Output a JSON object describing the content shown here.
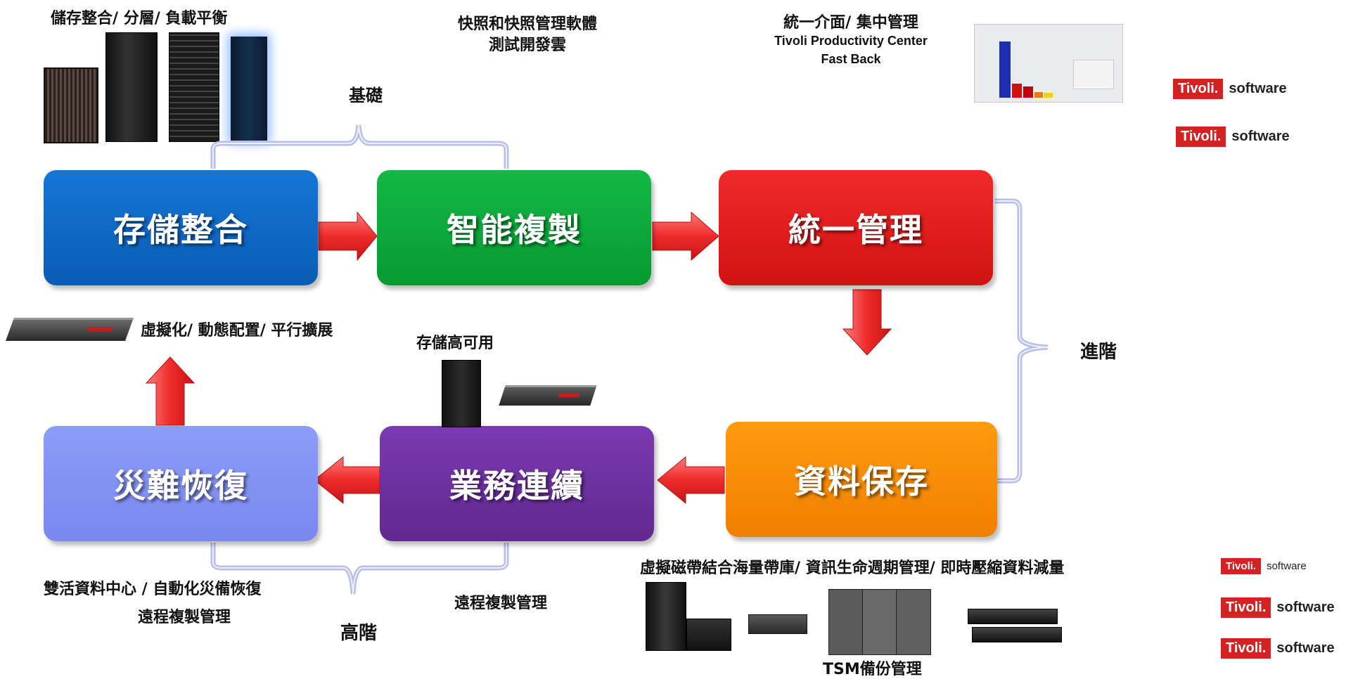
{
  "top_labels": {
    "storage_line": "儲存整合/  分層/ 負載平衡",
    "snapshot_line1": "快照和快照管理軟體",
    "snapshot_line2": "測試開發雲",
    "unified_line1": "統一介面/ 集中管理",
    "unified_line2": "Tivoli Productivity Center",
    "unified_line3": "Fast Back",
    "foundation": "基礎"
  },
  "boxes": {
    "storage_consolidation": "存儲整合",
    "smart_replication": "智能複製",
    "unified_management": "統一管理",
    "data_preservation": "資料保存",
    "business_continuity": "業務連續",
    "disaster_recovery": "災難恢復"
  },
  "mid_labels": {
    "virtualization": "虛擬化/ 動態配置/ 平行擴展",
    "high_availability": "存儲高可用",
    "advanced": "進階"
  },
  "bottom_labels": {
    "active_active_line1": "雙活資料中心 / 自動化災備恢復",
    "active_active_line2": "遠程複製管理",
    "remote_replication": "遠程複製管理",
    "high_level": "高階",
    "tape_line": "虛擬磁帶結合海量帶庫/ 資訊生命週期管理/ 即時壓縮資料減量",
    "tsm": "TSM備份管理"
  },
  "tivoli_logos": [
    {
      "badge": "Tivoli.",
      "text": "software"
    },
    {
      "badge": "Tivoli.",
      "text": "software"
    },
    {
      "badge": "Tivoli.",
      "text": "software"
    },
    {
      "badge": "Tivoli.",
      "text": "software"
    },
    {
      "badge": "Tivoli.",
      "text": "software"
    }
  ],
  "colors": {
    "storage": "#0a64c0",
    "replication": "#0aa838",
    "unified": "#e01b1b",
    "preservation": "#f78a00",
    "continuity": "#6a2fa0",
    "recovery": "#7f8ef2",
    "arrow": "#ee2b2b",
    "brace": "#b8bfe8"
  }
}
